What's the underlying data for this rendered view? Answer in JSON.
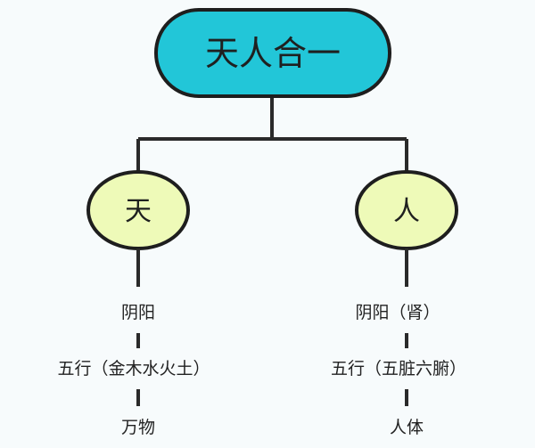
{
  "root": {
    "label": "天人合一"
  },
  "branches": [
    {
      "label": "天",
      "items": [
        "阴阳",
        "五行（金木水火土）",
        "万物"
      ]
    },
    {
      "label": "人",
      "items": [
        "阴阳（肾）",
        "五行（五脏六腑）",
        "人体"
      ]
    }
  ],
  "colors": {
    "root_fill": "#22c6d8",
    "node_fill": "#eefab8",
    "stroke": "#1e1e1e",
    "connector": "#2a2a2a"
  }
}
